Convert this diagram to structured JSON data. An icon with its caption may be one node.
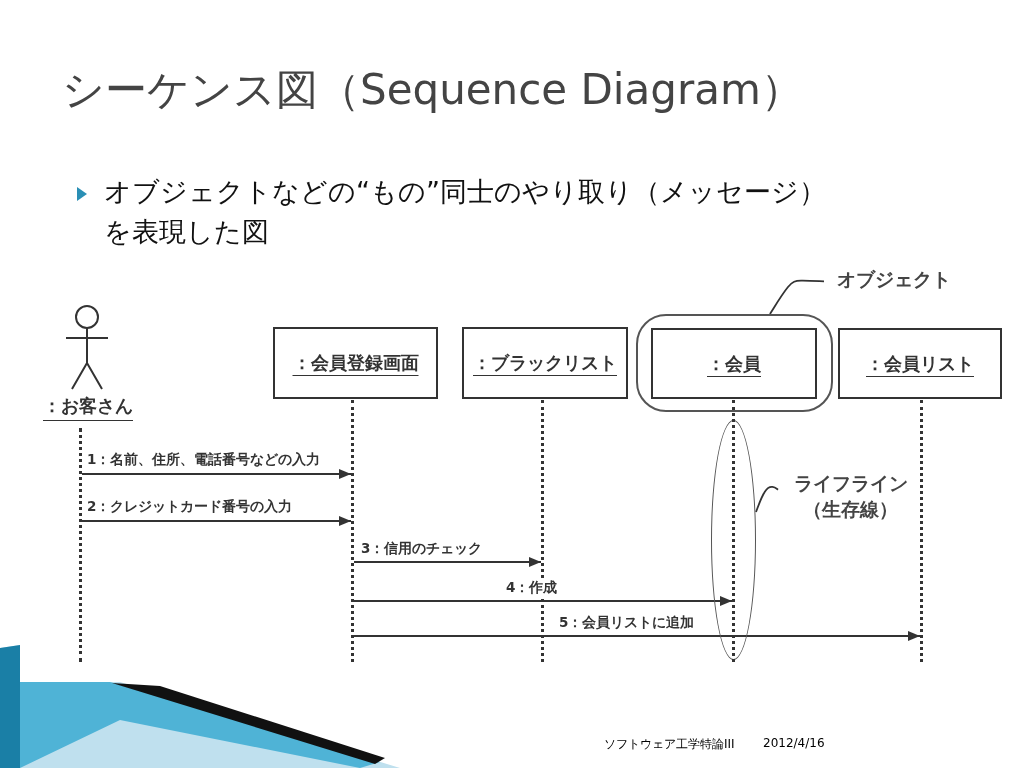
{
  "diagram": {
    "title": "シーケンス図（Sequence Diagram）",
    "nodes": [
      {
        "text": [
          "：お客さん"
        ]
      },
      {
        "text": [
          "：会員登録画面"
        ]
      },
      {
        "text": [
          "：ブラックリスト"
        ]
      },
      {
        "text": [],
        "shape": "box"
      },
      {
        "text": [
          "：会員"
        ],
        "in": 3
      },
      {
        "text": [
          "：会員リスト"
        ]
      },
      {
        "text": [
          "オブジェクト"
        ]
      },
      {
        "text": [
          "ライフライン（生存線）"
        ]
      },
      {
        "text": [],
        "shape": "line"
      },
      {
        "text": [],
        "shape": "line"
      },
      {
        "text": [],
        "shape": "line"
      },
      {
        "text": [],
        "shape": "line"
      },
      {
        "text": [],
        "shape": "line"
      }
    ],
    "edges": [
      {
        "from": 6,
        "to": 3,
        "arrow": "none"
      },
      {
        "from": 7,
        "to": null,
        "arrow": "none"
      },
      {
        "from": 8,
        "to": 9,
        "arrow": "to",
        "label": "1：名前、住所、電話番号などの入力"
      },
      {
        "from": 8,
        "to": 9,
        "arrow": "to",
        "label": "2：クレジットカード番号の入力"
      },
      {
        "from": 9,
        "to": 10,
        "arrow": "to",
        "label": "3：信用のチェック"
      },
      {
        "from": 9,
        "to": 11,
        "arrow": "to",
        "label": "4：作成"
      },
      {
        "from": 9,
        "to": 12,
        "arrow": "to",
        "label": "5：会員リストに追加"
      }
    ],
    "labels": [
      "オブジェクトなどの“もの”同士のやり取り（メッセージ）を表現した図",
      "ソフトウェア工学特論III",
      "2012/4/16"
    ]
  }
}
